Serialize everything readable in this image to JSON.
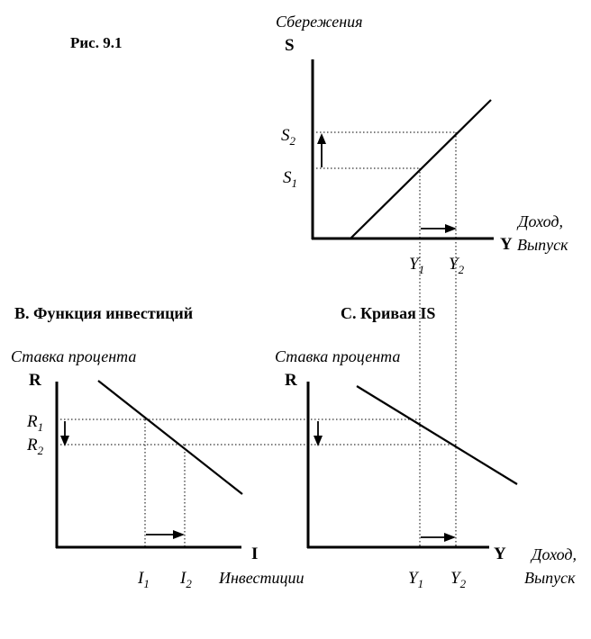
{
  "figure_label": "Рис. 9.1",
  "panel_a": {
    "y_axis_title": "Сбережения",
    "y_axis_symbol": "S",
    "x_axis_symbol": "Y",
    "x_axis_title_line1": "Доход,",
    "x_axis_title_line2": "Выпуск",
    "y_ticks": [
      {
        "main": "S",
        "sub": "2"
      },
      {
        "main": "S",
        "sub": "1"
      }
    ],
    "x_ticks": [
      {
        "main": "Y",
        "sub": "1"
      },
      {
        "main": "Y",
        "sub": "2"
      }
    ]
  },
  "panel_b": {
    "title": "В. Функция инвестиций",
    "y_axis_title": "Ставка процента",
    "y_axis_symbol": "R",
    "x_axis_symbol": "I",
    "x_axis_title": "Инвестиции",
    "y_ticks": [
      {
        "main": "R",
        "sub": "1"
      },
      {
        "main": "R",
        "sub": "2"
      }
    ],
    "x_ticks": [
      {
        "main": "I",
        "sub": "1"
      },
      {
        "main": "I",
        "sub": "2"
      }
    ]
  },
  "panel_c": {
    "title": "С. Кривая IS",
    "y_axis_title": "Ставка процента",
    "y_axis_symbol": "R",
    "x_axis_symbol": "Y",
    "x_axis_title_line1": "Доход,",
    "x_axis_title_line2": "Выпуск",
    "x_ticks": [
      {
        "main": "Y",
        "sub": "1"
      },
      {
        "main": "Y",
        "sub": "2"
      }
    ]
  }
}
